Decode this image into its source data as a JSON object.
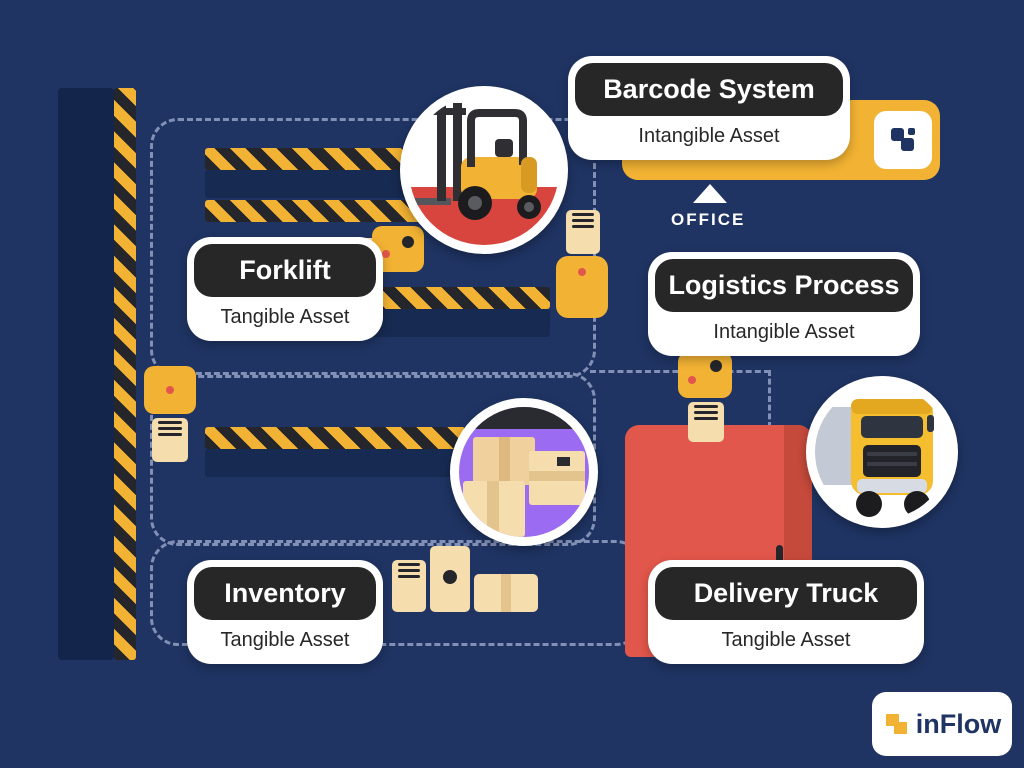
{
  "colors": {
    "background": "#1F3463",
    "dark_navy": "#172A52",
    "hazard_yellow": "#F2B233",
    "hazard_black": "#25262B",
    "card_dark": "#272728",
    "container_red": "#E2574B",
    "container_door_red": "#C64A3C",
    "box_beige": "#F6DDAD",
    "photo_purple": "#9B6BF2",
    "white": "#FFFFFF"
  },
  "cards": {
    "barcode": {
      "title": "Barcode System",
      "subtitle": "Intangible Asset"
    },
    "forklift": {
      "title": "Forklift",
      "subtitle": "Tangible Asset"
    },
    "logistics": {
      "title": "Logistics Process",
      "subtitle": "Intangible Asset"
    },
    "inventory": {
      "title": "Inventory",
      "subtitle": "Tangible Asset"
    },
    "delivery_truck": {
      "title": "Delivery Truck",
      "subtitle": "Tangible Asset"
    }
  },
  "office_label": "OFFICE",
  "logo_text": "inFlow",
  "icons": {
    "barcode_panel": "flow-chip-icon",
    "logo_mark": "inflow-mark-icon",
    "office_pointer": "triangle-up-icon"
  }
}
